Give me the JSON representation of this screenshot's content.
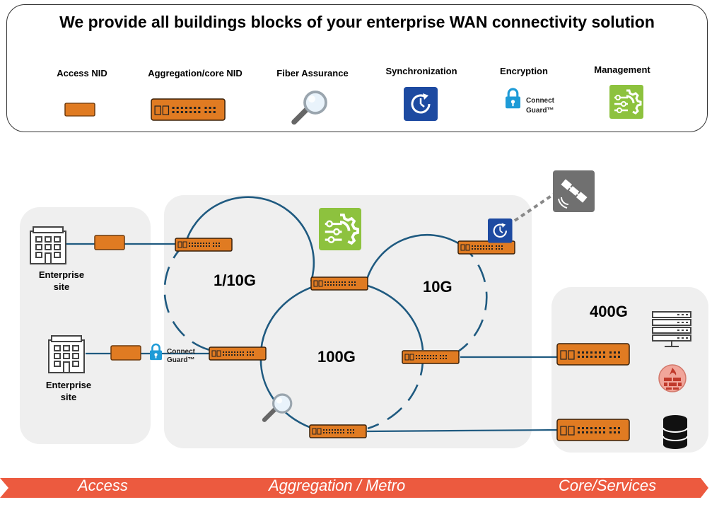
{
  "title": "We provide all buildings blocks of your enterprise WAN connectivity solution",
  "legend": {
    "access_nid": "Access NID",
    "aggregation_nid": "Aggregation/core NID",
    "fiber_assurance": "Fiber Assurance",
    "synchronization": "Synchronization",
    "encryption": "Encryption",
    "management": "Management"
  },
  "connect_guard": {
    "line1": "Connect",
    "line2": "Guard™"
  },
  "sites": [
    {
      "line1": "Enterprise",
      "line2": "site"
    },
    {
      "line1": "Enterprise",
      "line2": "site"
    }
  ],
  "rings": {
    "ring1": "1/10G",
    "ring2": "10G",
    "ring3": "100G"
  },
  "core_label": "400G",
  "bottom_bar": {
    "access": "Access",
    "aggregation": "Aggregation / Metro",
    "core": "Core/Services"
  },
  "colors": {
    "device_orange": "#e07b22",
    "ring_blue": "#1f5a80",
    "bar_red": "#ec5a3f",
    "management_green": "#8dc23e",
    "sync_blue": "#1d4aa1",
    "connect_guard_blue": "#1e9bd7"
  }
}
